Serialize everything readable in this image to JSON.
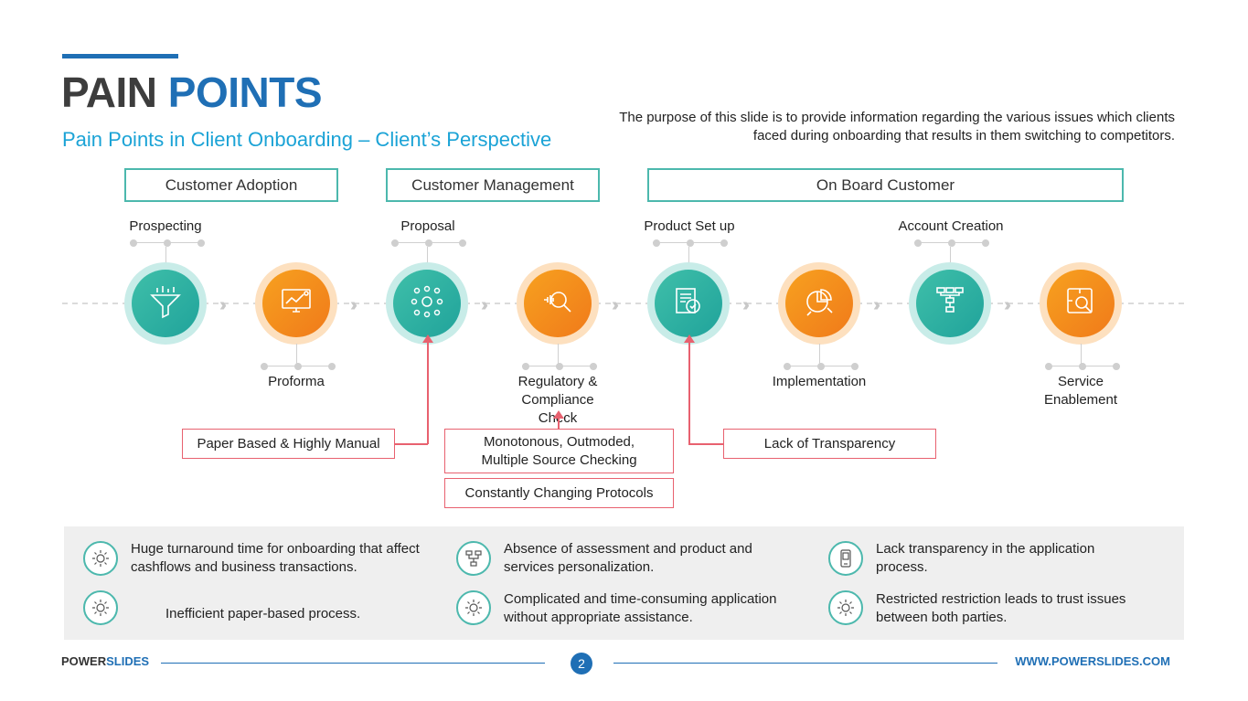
{
  "title": {
    "part1": "PAIN",
    "part2": "POINTS"
  },
  "subtitle": "Pain Points in Client Onboarding – Client’s Perspective",
  "purpose": "The purpose of this slide is to provide information regarding the various issues which clients faced during onboarding that results in them switching to competitors.",
  "headers": [
    "Customer Adoption",
    "Customer Management",
    "On Board Customer"
  ],
  "stages": [
    {
      "label": "Prospecting",
      "icon": "funnel-icon",
      "color": "teal"
    },
    {
      "label": "Proforma",
      "icon": "monitor-chart-icon",
      "color": "orange"
    },
    {
      "label": "Proposal",
      "icon": "people-network-icon",
      "color": "teal"
    },
    {
      "label": "Regulatory & Compliance Check",
      "icon": "magnifier-wave-icon",
      "color": "orange"
    },
    {
      "label": "Product Set up",
      "icon": "document-check-icon",
      "color": "teal"
    },
    {
      "label": "Implementation",
      "icon": "pie-chart-icon",
      "color": "orange"
    },
    {
      "label": "Account Creation",
      "icon": "hierarchy-icon",
      "color": "teal"
    },
    {
      "label": "Service Enablement",
      "icon": "puzzle-search-icon",
      "color": "orange"
    }
  ],
  "pain_points": {
    "paper": "Paper Based & Highly Manual",
    "monotonous": "Monotonous, Outmoded, Multiple Source Checking",
    "protocols": "Constantly Changing Protocols",
    "transparency": "Lack of Transparency"
  },
  "notes": [
    {
      "text": "Huge turnaround time for onboarding that affect cashflows and business transactions.",
      "icon": "gear-brain-icon"
    },
    {
      "text": "Inefficient paper-based process.",
      "icon": "gear-brain-icon"
    },
    {
      "text": "Absence of assessment and product and services personalization.",
      "icon": "network-nodes-icon"
    },
    {
      "text": "Complicated and time-consuming application without appropriate assistance.",
      "icon": "gear-brain-icon"
    },
    {
      "text": "Lack transparency in the application process.",
      "icon": "mobile-app-icon"
    },
    {
      "text": "Restricted restriction leads to trust issues between both parties.",
      "icon": "gear-brain-icon"
    }
  ],
  "footer": {
    "brand1": "POWER",
    "brand2": "SLIDES",
    "page": "2",
    "url": "WWW.POWERSLIDES.COM"
  },
  "colors": {
    "teal": "#2bb0a0",
    "orange": "#f28c1c",
    "blue": "#1f6fb5",
    "red": "#e8616f"
  }
}
